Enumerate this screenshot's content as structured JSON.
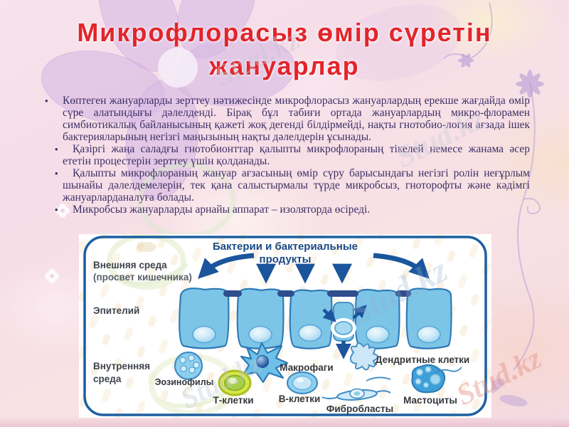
{
  "slide": {
    "title_line1": "Микрофлорасыз өмір сүретін",
    "title_line2": "жануарлар",
    "title_color": "#e2252b",
    "body_color": "#3c2f64",
    "bullet_marker": "•",
    "bullets": [
      "Көптеген жануарларды зерттеу нәтижесінде микрофлорасыз жануарлардың ерекше жағдайда өмір сүре алатындығы дәлелденді. Бірақ бұл табиғи ортада жануарлардың микро-флорамен симбиотикалық байланысының қажеті жоқ дегенді білдірмейді, нақты гнотобио-логия ағзада ішек бактерияларының негізгі маңызының нақты дәлелдерін ұсынады.",
      "Қазіргі жаңа саладғы гнотобионттар қалыпты микрофлораның тікелей немесе жанама әсер ететін процестерін зерттеу үшін қолданады.",
      "Қалыпты микрофлораның жануар ағзасының өмір сүру барысындағы негізгі ролін неғұрлым шынайы дәлелдемелерін, тек қана салыстырмалы түрде микробсыз, гноторофты және кәдімгі жануарларданалуға болады.",
      " Микробсыз жануарларды арнайы аппарат – изоляторда өсіреді."
    ]
  },
  "watermark": {
    "text": "Stud.kz"
  },
  "diagram": {
    "top_label_line1": "Бактерии и бактериальные",
    "top_label_line2": "продукты",
    "labels": {
      "external_line1": "Внешняя среда",
      "external_line2": "(просвет кишечника)",
      "epithelium": "Эпителий",
      "internal_line1": "Внутренняя",
      "internal_line2": "среда",
      "eosinophils": "Эозинофилы",
      "macrophages": "Макрофаги",
      "dendritic_cells": "Дендритные клетки",
      "t_cells": "Т-клетки",
      "b_cells": "В-клетки",
      "fibroblasts": "Фибробласты",
      "mastocytes": "Мастоциты"
    },
    "colors": {
      "border": "#1d5fa0",
      "arrow": "#1b559c",
      "epithelial_cell": "#7cc5e7",
      "junction_bar": "#2e4e8e",
      "top_label_text": "#1b4a85",
      "cell_label_text": "#34373d",
      "t_cell_fill": "#d6e646"
    }
  }
}
